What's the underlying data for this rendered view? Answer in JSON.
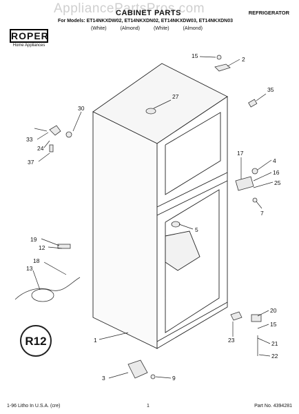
{
  "watermark": "AppliancePartsPros.com",
  "header": {
    "title": "CABINET PARTS",
    "category": "REFRIGERATOR",
    "models": "For Models: ET14NKXDW02, ET14NKXDN02, ET14NKXDW03, ET14NKXDN03",
    "colors": [
      "(White)",
      "(Almond)",
      "(White)",
      "(Almond)"
    ]
  },
  "brand": {
    "name": "ROPER",
    "tagline": "Home Appliances"
  },
  "callouts": [
    "15",
    "2",
    "35",
    "27",
    "30",
    "33",
    "24",
    "37",
    "17",
    "4",
    "16",
    "25",
    "7",
    "5",
    "19",
    "12",
    "18",
    "13",
    "20",
    "15",
    "21",
    "22",
    "23",
    "1",
    "3",
    "9"
  ],
  "badge": "R12",
  "footer": {
    "left": "1-96 Litho In U.S.A. (cre)",
    "page": "1",
    "part_no": "Part No. 4394281"
  },
  "colors_theme": {
    "line": "#222222",
    "background": "#ffffff",
    "watermark": "#cfcfcf"
  }
}
